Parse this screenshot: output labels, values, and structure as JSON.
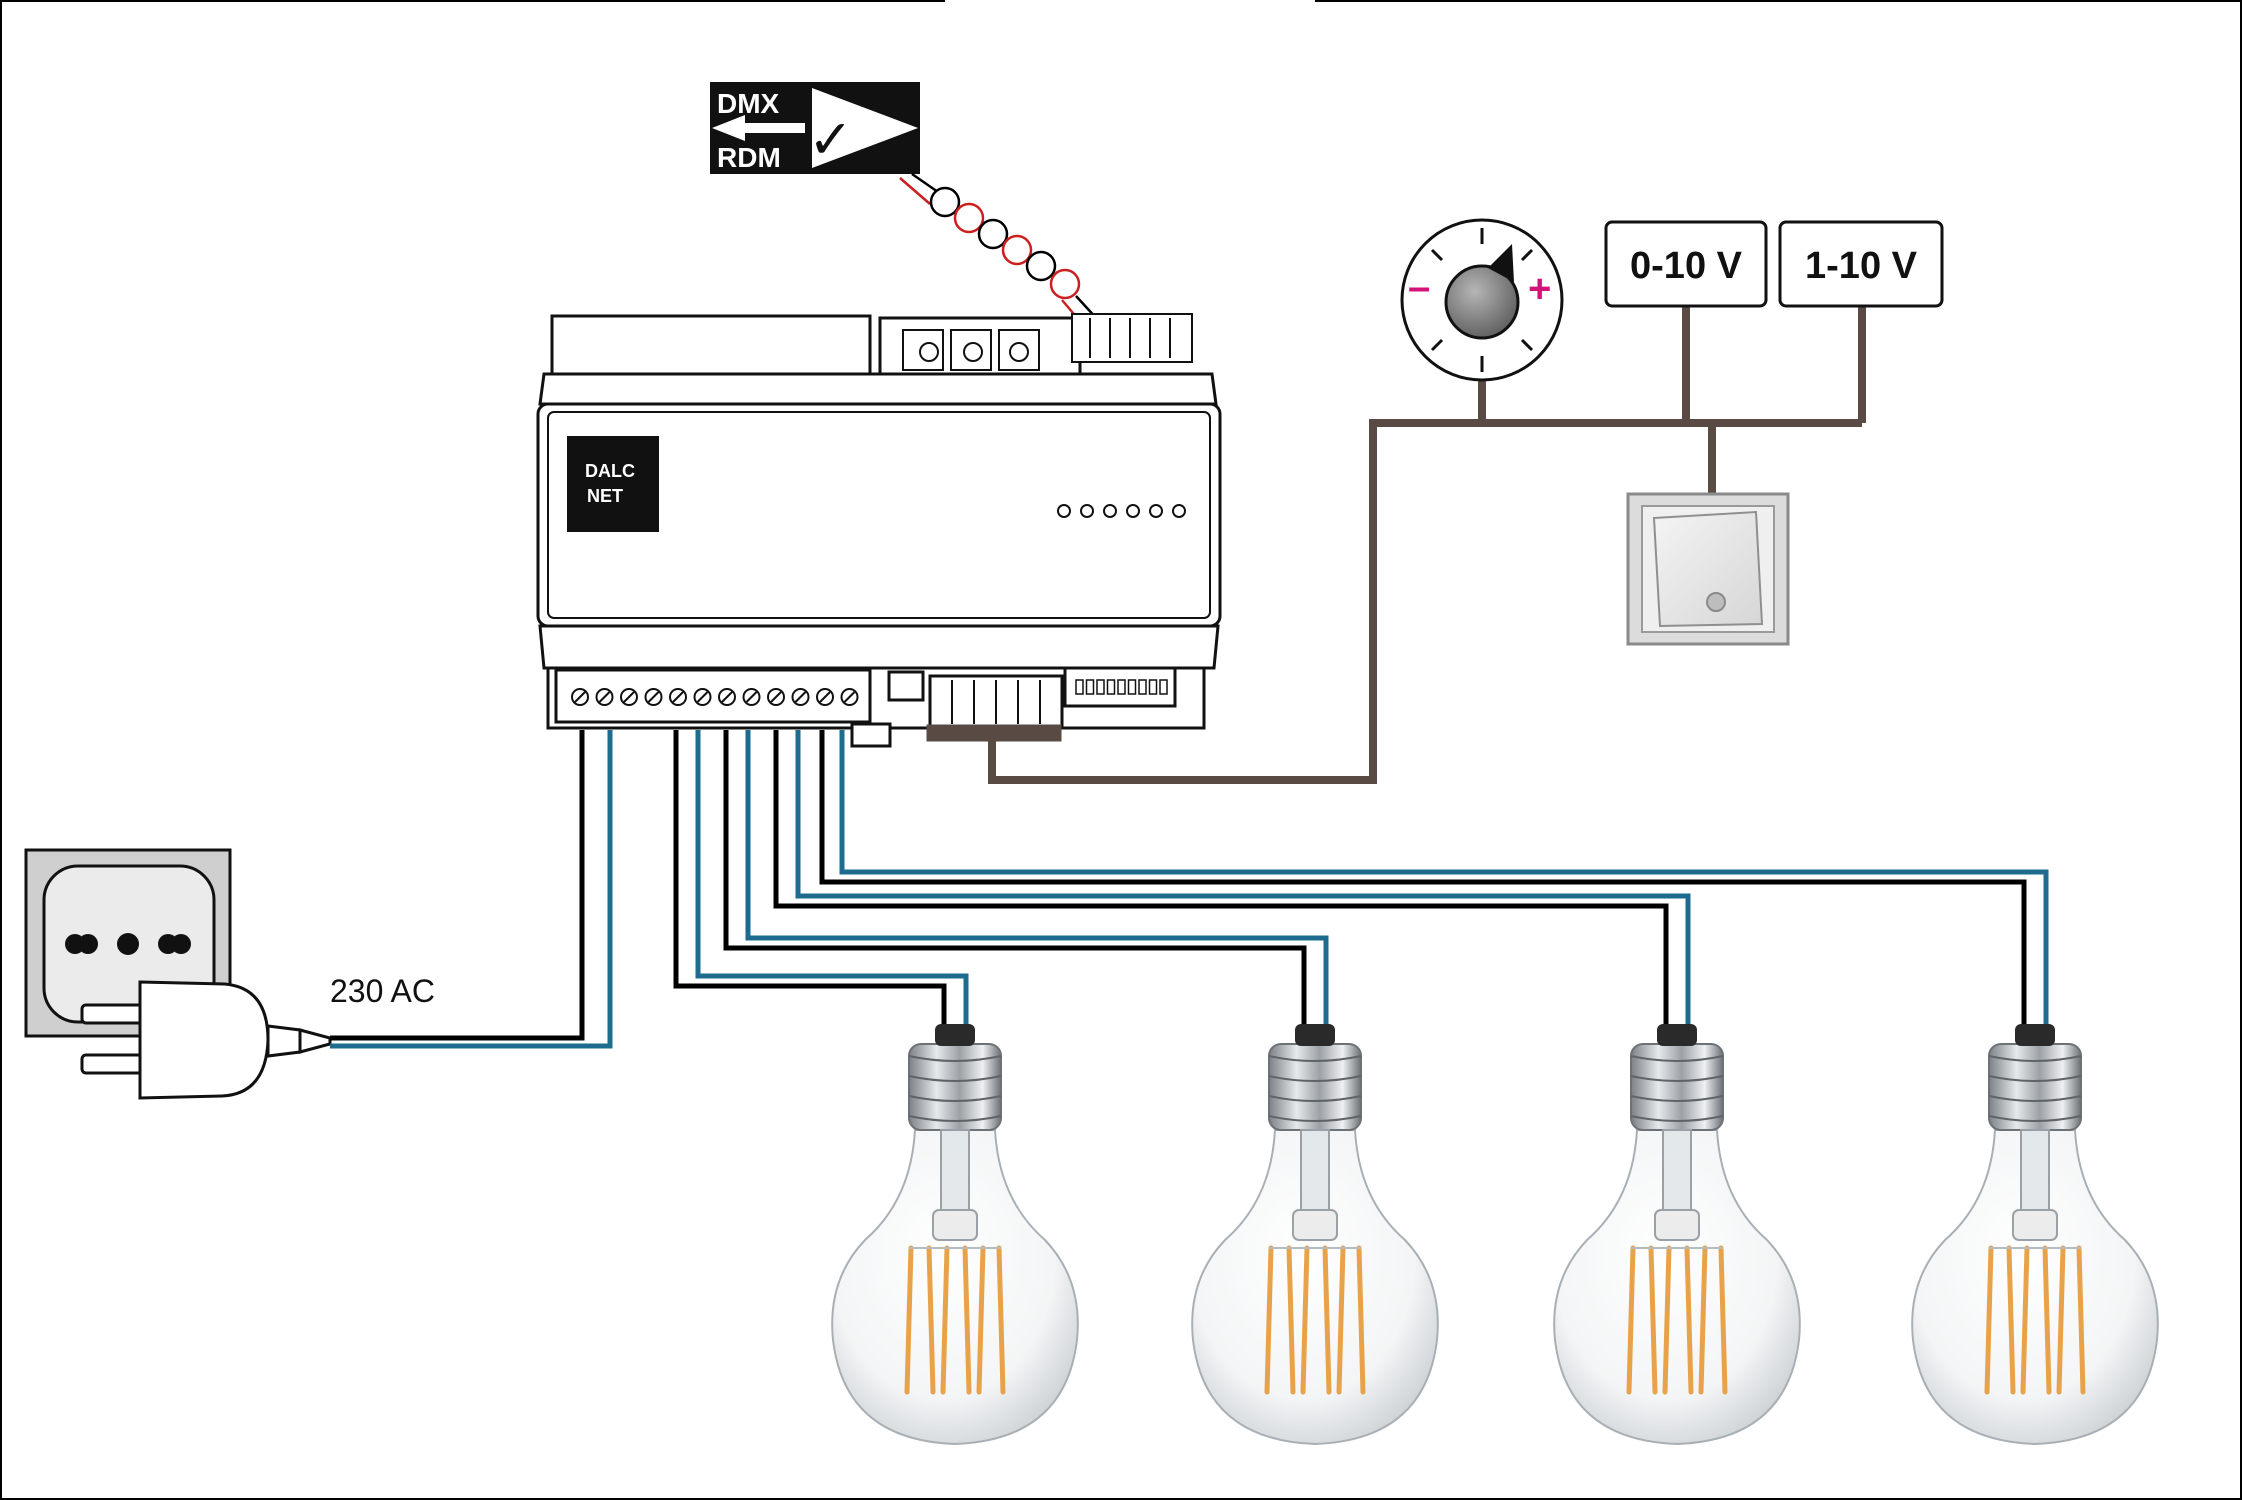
{
  "colors": {
    "wire_live": "#000000",
    "wire_neutral": "#1d6b8e",
    "wire_control": "#5a4a44",
    "dmx_wire": "#cc1f1f",
    "pot_minus": "#d4137a",
    "pot_plus": "#d4137a",
    "filament": "#e8a24a",
    "device_fill": "#ffffff",
    "label_fill": "#111111"
  },
  "device": {
    "label_line1": "DALC",
    "label_line2": "NET",
    "led_count": 6,
    "terminal_screw_count": 12
  },
  "dmx": {
    "top_text": "DMX",
    "bottom_text": "RDM",
    "check_glyph": "✓"
  },
  "controls": {
    "pot_minus": "–",
    "pot_plus": "+",
    "box_0_10": "0-10 V",
    "box_1_10": "1-10 V",
    "push_button_icon": "switch-icon"
  },
  "supply": {
    "label": "230 AC"
  },
  "bulbs": [
    {
      "name": "bulb-1"
    },
    {
      "name": "bulb-2"
    },
    {
      "name": "bulb-3"
    },
    {
      "name": "bulb-4"
    }
  ]
}
